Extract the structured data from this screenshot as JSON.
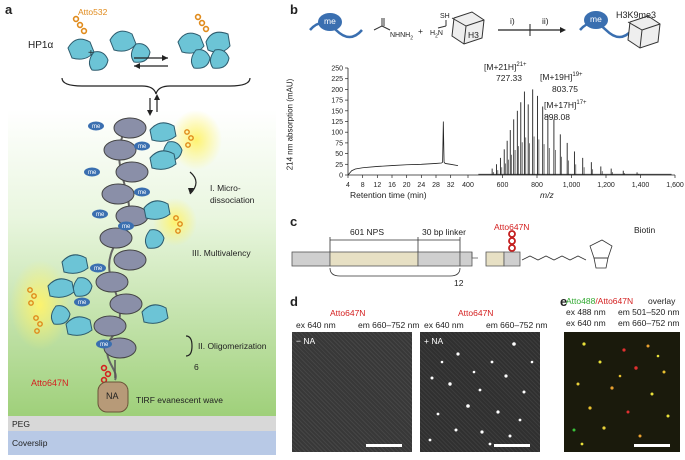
{
  "panel_a": {
    "label": "a",
    "atto532": "Atto532",
    "hp1": "HP1α",
    "plus": "+",
    "me": "me",
    "micro": "I. Micro-\ndissociation",
    "micro_l1": "I. Micro-",
    "micro_l2": "dissociation",
    "multivalency": "III. Multivalency",
    "oligomerization": "II. Oligomerization",
    "repeat": "6",
    "atto647n": "Atto647N",
    "na": "NA",
    "tirf": "TIRF evanescent wave",
    "peg": "PEG",
    "coverslip": "Coverslip"
  },
  "panel_b": {
    "label": "b",
    "me": "me",
    "hydrazide": "NHNH",
    "hydrazide_sub": "2",
    "plus": "+",
    "sh": "SH",
    "h2n": "H",
    "h2n_sub": "2",
    "h2n_n": "N",
    "h3": "H3",
    "step1": "i)",
    "step2": "ii)",
    "product": "H3K9me3",
    "ylabel": "214 nm absorption (mAU)",
    "xlabel_left": "Retention time (min)",
    "xlabel_right": "m/z",
    "peaks": [
      {
        "ion": "[M+21H]",
        "charge": "21+",
        "mz": "727.33"
      },
      {
        "ion": "[M+19H]",
        "charge": "19+",
        "mz": "803.75"
      },
      {
        "ion": "[M+17H]",
        "charge": "17+",
        "mz": "898.08"
      }
    ]
  },
  "panel_c": {
    "label": "c",
    "nps": "601 NPS",
    "linker": "30 bp linker",
    "dye": "Atto647N",
    "biotin": "Biotin",
    "repeat": "12"
  },
  "panel_d": {
    "label": "d",
    "left": {
      "dye": "Atto647N",
      "ex": "ex 640 nm",
      "em": "em 660–752 nm",
      "cond": "− NA"
    },
    "right": {
      "dye": "Atto647N",
      "ex": "ex 640 nm",
      "em": "em 660–752 nm",
      "cond": "+ NA"
    }
  },
  "panel_e": {
    "label": "e",
    "dye1": "Atto488",
    "dye2": "/Atto647N",
    "overlay": "overlay",
    "ex1": "ex 488 nm",
    "em1": "em 501–520 nm",
    "ex2": "ex 640 nm",
    "em2": "em 660–752 nm"
  },
  "chart_data": [
    {
      "type": "line",
      "title": "",
      "xlabel": "Retention time (min)",
      "ylabel": "214 nm absorption (mAU)",
      "xlim": [
        4,
        34
      ],
      "ylim": [
        0,
        250
      ],
      "xticks": [
        4,
        8,
        12,
        16,
        20,
        24,
        28,
        32
      ],
      "yticks": [
        0,
        25,
        50,
        75,
        100,
        125,
        150,
        175,
        200,
        225,
        250
      ],
      "series": [
        {
          "x": [
            4,
            5,
            6,
            8,
            12,
            16,
            20,
            24,
            28,
            29.5,
            29.8,
            30,
            30.2,
            30.5,
            32,
            34
          ],
          "y": [
            0,
            10,
            14,
            17,
            20,
            22,
            24,
            25,
            27,
            28,
            30,
            125,
            30,
            27,
            25,
            22
          ]
        }
      ]
    },
    {
      "type": "line",
      "title": "",
      "xlabel": "m/z",
      "ylabel": "",
      "xlim": [
        400,
        1600
      ],
      "ylim": [
        0,
        250
      ],
      "xticks": [
        400,
        600,
        800,
        1000,
        1200,
        1400,
        1600
      ],
      "xtick_labels": [
        "400",
        "600",
        "800",
        "1,000",
        "1,200",
        "1,400",
        "1,600"
      ],
      "peak_mz": [
        540,
        565,
        588,
        610,
        627,
        645,
        665,
        686,
        706,
        727,
        749,
        775,
        803,
        833,
        863,
        898,
        935,
        975,
        1017,
        1065,
        1115,
        1170,
        1230,
        1300,
        1380
      ],
      "peak_height": [
        15,
        25,
        40,
        60,
        80,
        105,
        130,
        150,
        170,
        195,
        165,
        200,
        185,
        160,
        140,
        130,
        95,
        75,
        55,
        40,
        30,
        20,
        15,
        10,
        6
      ]
    }
  ]
}
